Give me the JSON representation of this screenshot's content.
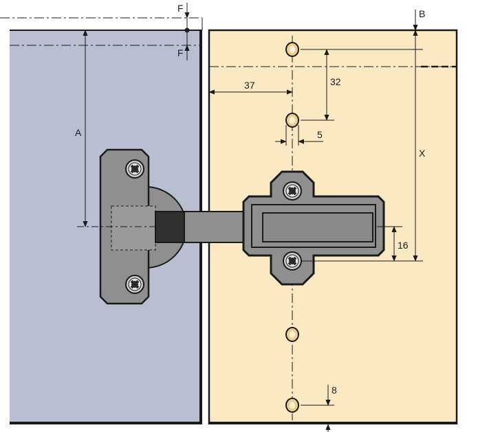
{
  "colors": {
    "door_panel": "#b7bfd0",
    "cabinet_side": "#fbe9c4",
    "hinge_metal": "#8f8f8f",
    "hinge_dark": "#2a2a2a",
    "hole": "#e9d090",
    "line": "#1a1a1a"
  },
  "labels": {
    "f_top": "F",
    "f_bottom": "F",
    "a": "A",
    "b": "B",
    "d37": "37",
    "d32": "32",
    "d5": "5",
    "x": "X",
    "d16": "16",
    "d8": "8"
  },
  "icons": [
    "pozidriv-screw-icon",
    "mounting-hole-icon",
    "dimension-arrow-icon"
  ]
}
